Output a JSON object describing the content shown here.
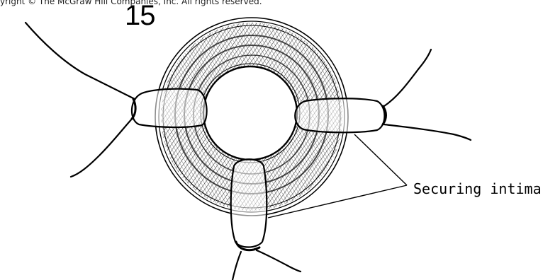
{
  "header": {
    "copyright": "yright © The McGraw Hill Companies, Inc. All rights reserved."
  },
  "figure": {
    "number": "15",
    "callout_label": "Securing intima"
  },
  "colors": {
    "ink": "#000000",
    "background": "#ffffff"
  }
}
